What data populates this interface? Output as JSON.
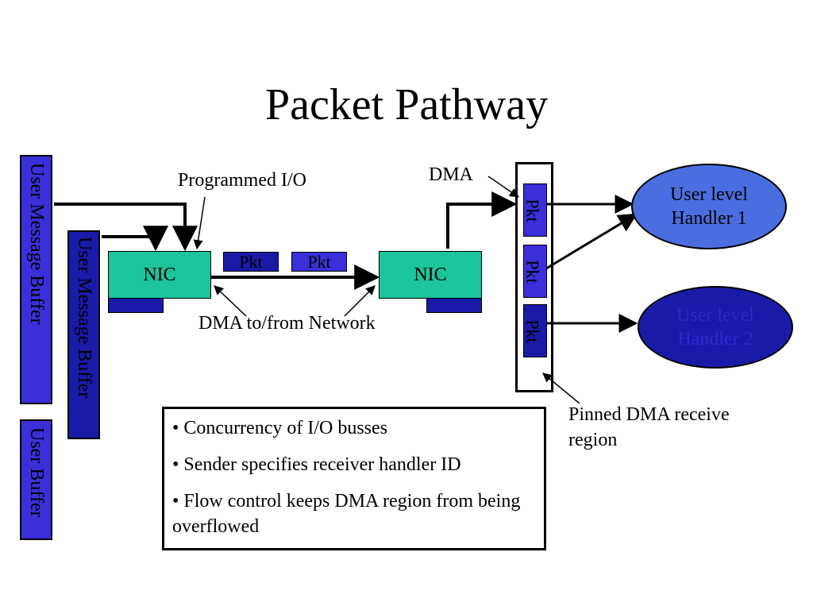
{
  "title": "Packet Pathway",
  "user_message_buffer_outer": "User Message Buffer",
  "user_message_buffer_inner": "User Message Buffer",
  "user_buffer": "User Buffer",
  "nic_left": "NIC",
  "nic_right": "NIC",
  "pkt_wire_1": "Pkt",
  "pkt_wire_2": "Pkt",
  "pkt_region_1": "Pkt",
  "pkt_region_2": "Pkt",
  "pkt_region_3": "Pkt",
  "programmed_io_label": "Programmed I/O",
  "dma_label": "DMA",
  "dma_network_label": "DMA to/from Network",
  "pinned_region_label_line1": "Pinned DMA receive",
  "pinned_region_label_line2": "region",
  "handler1_line1": "User level",
  "handler1_line2": "Handler 1",
  "handler2_line1": "User level",
  "handler2_line2": "Handler 2",
  "bullets": [
    "• Concurrency of I/O busses",
    "• Sender specifies receiver handler ID",
    "• Flow control keeps DMA region from being overflowed"
  ],
  "colors": {
    "buffer_blue": "#3a2fd8",
    "nic_green": "#1bc49a",
    "pkt_dark_blue": "#1a1aa8",
    "handler1_fill": "#4a6ee0",
    "handler2_fill": "#1a1aa8",
    "handler2_text": "#1a1aa8"
  }
}
